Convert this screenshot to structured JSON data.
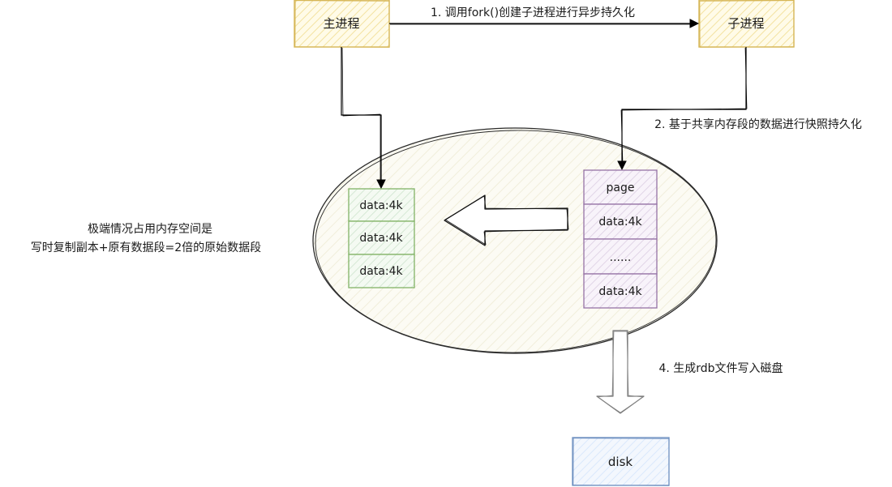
{
  "nodes": {
    "main_process": "主进程",
    "child_process": "子进程",
    "disk": "disk"
  },
  "edges": {
    "fork": "1. 调用fork()创建子进程进行异步持久化",
    "snapshot": "2. 基于共享内存段的数据进行快照持久化",
    "write_rdb": "4. 生成rdb文件写入磁盘"
  },
  "memory": {
    "copy_segment": [
      "data:4k",
      "data:4k",
      "data:4k"
    ],
    "original_segment": [
      "page",
      "data:4k",
      "......",
      "data:4k"
    ]
  },
  "note": {
    "line1": "极端情况占用内存空间是",
    "line2": "写时复制副本+原有数据段=2倍的原始数据段"
  },
  "colors": {
    "process_stroke": "#d6b656",
    "process_fill": "#fff2cc",
    "copy_stroke": "#82b366",
    "copy_fill": "#d5e8d4",
    "original_stroke": "#9673a6",
    "original_fill": "#e1d5e7",
    "disk_stroke": "#6c8ebf",
    "disk_fill": "#dae8fc",
    "memory_fill": "#f9f7ed",
    "line": "#000000"
  }
}
